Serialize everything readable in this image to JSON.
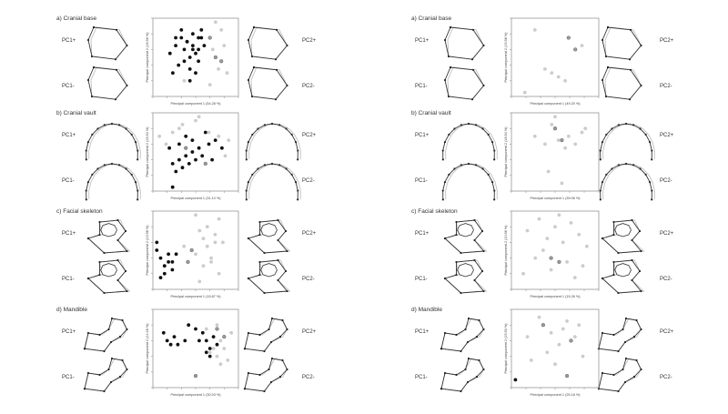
{
  "figure": {
    "panels": [
      {
        "side": "left",
        "sections": [
          {
            "title": "a) Cranial base",
            "pc_labels": [
              "PC1+",
              "PC1-",
              "PC2+",
              "PC2-"
            ],
            "xlabel": "Principal component 1 (54.28 %)",
            "ylabel": "Principal component 2 (18.56 %)"
          },
          {
            "title": "b) Cranial vault",
            "pc_labels": [
              "PC1+",
              "PC1-",
              "PC2+",
              "PC2-"
            ],
            "xlabel": "Principal component 1 (31.10 %)",
            "ylabel": "Principal component 2 (16.54 %)"
          },
          {
            "title": "c) Facial skeleton",
            "pc_labels": [
              "PC1+",
              "PC1-",
              "PC2+",
              "PC2-"
            ],
            "xlabel": "Principal component 1 (15.87 %)",
            "ylabel": "Principal component 2 (13.58 %)"
          },
          {
            "title": "d) Mandible",
            "pc_labels": [
              "PC1+",
              "PC1-",
              "PC2+",
              "PC2-"
            ],
            "xlabel": "Principal component 1 (30.03 %)",
            "ylabel": "Principal component 2 (14.28 %)"
          }
        ]
      },
      {
        "side": "right",
        "sections": [
          {
            "title": "a) Cranial base",
            "pc_labels": [
              "PC1+",
              "PC1-",
              "PC2+",
              "PC2-"
            ],
            "xlabel": "Principal component 1 (49.20 %)",
            "ylabel": "Principal component 2 (19.58 %)"
          },
          {
            "title": "b) Cranial vault",
            "pc_labels": [
              "PC1+",
              "PC1-",
              "PC2+",
              "PC2-"
            ],
            "xlabel": "Principal component 1 (39.06 %)",
            "ylabel": "Principal component 2 (18.54 %)"
          },
          {
            "title": "c) Facial skeleton",
            "pc_labels": [
              "PC1+",
              "PC1-",
              "PC2+",
              "PC2-"
            ],
            "xlabel": "Principal component 1 (15.26 %)",
            "ylabel": "Principal component 2 (10.56 %)"
          },
          {
            "title": "d) Mandible",
            "pc_labels": [
              "PC1+",
              "PC1-",
              "PC2+",
              "PC2-"
            ],
            "xlabel": "Principal component 1 (25.18 %)",
            "ylabel": "Principal component 2 (15.50 %)"
          }
        ]
      }
    ]
  },
  "chart_data": [
    {
      "type": "scatter",
      "title": "",
      "xlabel": "Principal component 1 (54.28 %)",
      "ylabel": "Principal component 2 (18.56 %)",
      "xlim": [
        -0.16,
        0.14
      ],
      "ylim": [
        -0.1,
        0.1
      ],
      "grid": false,
      "series": [
        {
          "color": "#111111",
          "x": [
            -0.1,
            -0.08,
            -0.06,
            -0.05,
            -0.04,
            -0.03,
            -0.02,
            -0.01,
            0.0,
            0.01,
            -0.07,
            -0.05,
            -0.03,
            -0.02,
            -0.01,
            0.0,
            -0.09,
            -0.06,
            -0.04,
            -0.02,
            0.02,
            -0.08,
            -0.03,
            0.0,
            0.01
          ],
          "y": [
            0.01,
            0.03,
            0.05,
            0.02,
            0.04,
            0.0,
            0.03,
            0.01,
            0.02,
            0.05,
            -0.02,
            -0.01,
            -0.03,
            0.06,
            -0.04,
            -0.01,
            -0.04,
            0.07,
            0.04,
            0.02,
            0.03,
            0.05,
            -0.06,
            0.05,
            0.07
          ]
        },
        {
          "color": "#9a9a9a",
          "x": [
            0.04,
            0.06,
            0.08
          ],
          "y": [
            0.05,
            0.0,
            -0.01
          ]
        },
        {
          "color": "#cccccc",
          "x": [
            0.05,
            0.07,
            0.08,
            0.09,
            0.1,
            0.06,
            0.04,
            -0.05
          ],
          "y": [
            0.02,
            -0.03,
            0.07,
            0.03,
            -0.04,
            0.09,
            -0.07,
            -0.06
          ]
        }
      ]
    },
    {
      "type": "scatter",
      "title": "",
      "xlabel": "Principal component 1 (31.10 %)",
      "ylabel": "Principal component 2 (16.54 %)",
      "xlim": [
        -0.14,
        0.12
      ],
      "ylim": [
        -0.1,
        0.1
      ],
      "grid": false,
      "series": [
        {
          "color": "#111111",
          "x": [
            -0.08,
            -0.07,
            -0.06,
            -0.05,
            -0.04,
            -0.03,
            -0.02,
            -0.01,
            0.0,
            0.01,
            0.03,
            0.05,
            -0.09,
            -0.06,
            -0.04,
            -0.02,
            0.02,
            0.04,
            0.07,
            -0.08
          ],
          "y": [
            -0.03,
            -0.05,
            -0.02,
            -0.04,
            -0.01,
            -0.03,
            0.0,
            -0.02,
            0.01,
            -0.01,
            0.02,
            0.03,
            0.01,
            0.02,
            0.04,
            0.03,
            0.05,
            -0.02,
            0.01,
            -0.09
          ]
        },
        {
          "color": "#9a9a9a",
          "x": [
            -0.04,
            0.02
          ],
          "y": [
            0.01,
            -0.03
          ]
        },
        {
          "color": "#cccccc",
          "x": [
            -0.12,
            -0.1,
            -0.06,
            -0.01,
            0.03,
            0.06,
            0.09,
            -0.05,
            0.0,
            -0.08,
            0.08
          ],
          "y": [
            0.04,
            0.02,
            0.06,
            0.08,
            0.05,
            0.04,
            0.03,
            0.07,
            0.09,
            0.05,
            -0.01
          ]
        }
      ]
    },
    {
      "type": "scatter",
      "title": "",
      "xlabel": "Principal component 1 (15.87 %)",
      "ylabel": "Principal component 2 (13.58 %)",
      "xlim": [
        -0.1,
        0.12
      ],
      "ylim": [
        -0.1,
        0.1
      ],
      "grid": false,
      "series": [
        {
          "color": "#111111",
          "x": [
            -0.09,
            -0.08,
            -0.07,
            -0.06,
            -0.05,
            -0.09,
            -0.06,
            -0.07,
            -0.05,
            -0.08,
            -0.04
          ],
          "y": [
            0.0,
            -0.02,
            -0.04,
            -0.03,
            -0.05,
            0.02,
            -0.01,
            -0.06,
            -0.03,
            -0.07,
            -0.01
          ]
        },
        {
          "color": "#9a9a9a",
          "x": [
            -0.01,
            0.0
          ],
          "y": [
            -0.03,
            0.0
          ]
        },
        {
          "color": "#cccccc",
          "x": [
            0.01,
            0.02,
            0.03,
            0.04,
            0.05,
            0.06,
            0.07,
            0.08,
            0.03,
            0.05,
            0.01,
            0.04,
            0.02,
            0.06,
            -0.02,
            0.07
          ],
          "y": [
            0.09,
            0.05,
            0.03,
            0.01,
            -0.02,
            0.04,
            0.08,
            0.02,
            -0.04,
            -0.03,
            -0.01,
            0.06,
            -0.08,
            0.02,
            0.01,
            -0.06
          ]
        }
      ]
    },
    {
      "type": "scatter",
      "title": "",
      "xlabel": "Principal component 1 (30.03 %)",
      "ylabel": "Principal component 2 (14.28 %)",
      "xlim": [
        -0.12,
        0.12
      ],
      "ylim": [
        -0.1,
        0.1
      ],
      "grid": false,
      "series": [
        {
          "color": "#111111",
          "x": [
            -0.09,
            -0.08,
            -0.06,
            -0.05,
            -0.03,
            -0.02,
            0.0,
            0.02,
            0.03,
            0.04,
            0.05,
            0.03,
            0.01,
            0.04,
            -0.07,
            0.06
          ],
          "y": [
            0.04,
            0.02,
            0.03,
            0.01,
            0.02,
            0.06,
            0.05,
            0.04,
            0.02,
            0.0,
            0.03,
            -0.01,
            0.02,
            -0.02,
            0.01,
            0.01
          ]
        },
        {
          "color": "#9a9a9a",
          "x": [
            0.06,
            0.08,
            0.0
          ],
          "y": [
            0.05,
            0.03,
            -0.07
          ]
        },
        {
          "color": "#cccccc",
          "x": [
            0.05,
            0.06,
            0.07,
            0.08,
            0.09,
            0.04,
            0.07,
            0.1,
            0.03,
            0.06
          ],
          "y": [
            0.0,
            -0.02,
            0.02,
            0.0,
            -0.03,
            -0.01,
            -0.04,
            0.04,
            0.05,
            0.06
          ]
        }
      ]
    },
    {
      "type": "scatter",
      "title": "",
      "xlabel": "Principal component 1 (49.20 %)",
      "ylabel": "Principal component 2 (19.58 %)",
      "xlim": [
        -0.12,
        0.14
      ],
      "ylim": [
        -0.1,
        0.1
      ],
      "grid": false,
      "series": [
        {
          "color": "#9a9a9a",
          "x": [
            0.05,
            0.07
          ],
          "y": [
            0.05,
            0.02
          ]
        },
        {
          "color": "#cccccc",
          "x": [
            -0.05,
            0.0,
            0.02,
            -0.02,
            -0.08,
            0.04,
            0.09
          ],
          "y": [
            0.07,
            -0.04,
            -0.05,
            -0.03,
            -0.09,
            -0.06,
            0.03
          ]
        }
      ]
    },
    {
      "type": "scatter",
      "title": "",
      "xlabel": "Principal component 1 (39.06 %)",
      "ylabel": "Principal component 2 (18.54 %)",
      "xlim": [
        -0.14,
        0.12
      ],
      "ylim": [
        -0.1,
        0.1
      ],
      "grid": false,
      "series": [
        {
          "color": "#9a9a9a",
          "x": [
            -0.01,
            0.01
          ],
          "y": [
            0.06,
            0.03
          ]
        },
        {
          "color": "#cccccc",
          "x": [
            -0.07,
            -0.04,
            -0.02,
            0.0,
            0.02,
            0.03,
            0.05,
            0.07,
            -0.03,
            0.01,
            0.08,
            -0.01
          ],
          "y": [
            0.04,
            0.02,
            0.07,
            0.03,
            0.01,
            0.04,
            0.02,
            0.05,
            -0.05,
            -0.08,
            0.06,
            0.09
          ]
        }
      ]
    },
    {
      "type": "scatter",
      "title": "",
      "xlabel": "Principal component 1 (15.26 %)",
      "ylabel": "Principal component 2 (10.56 %)",
      "xlim": [
        -0.1,
        0.12
      ],
      "ylim": [
        -0.1,
        0.1
      ],
      "grid": false,
      "series": [
        {
          "color": "#9a9a9a",
          "x": [
            0.0,
            0.02
          ],
          "y": [
            -0.02,
            -0.03
          ]
        },
        {
          "color": "#cccccc",
          "x": [
            -0.06,
            -0.03,
            -0.01,
            0.01,
            0.03,
            0.05,
            0.07,
            0.09,
            -0.04,
            0.0,
            0.04,
            0.06,
            -0.02,
            0.02,
            0.08,
            -0.07
          ],
          "y": [
            0.05,
            0.08,
            0.03,
            0.06,
            0.02,
            0.07,
            0.04,
            0.01,
            -0.02,
            -0.05,
            -0.03,
            -0.07,
            0.0,
            0.09,
            -0.04,
            -0.06
          ]
        }
      ]
    },
    {
      "type": "scatter",
      "title": "",
      "xlabel": "Principal component 1 (25.18 %)",
      "ylabel": "Principal component 2 (15.50 %)",
      "xlim": [
        -0.1,
        0.12
      ],
      "ylim": [
        -0.1,
        0.1
      ],
      "grid": false,
      "series": [
        {
          "color": "#111111",
          "x": [
            -0.09
          ],
          "y": [
            -0.08
          ]
        },
        {
          "color": "#9a9a9a",
          "x": [
            -0.02,
            0.04,
            0.05
          ],
          "y": [
            0.06,
            -0.07,
            0.02
          ]
        },
        {
          "color": "#cccccc",
          "x": [
            -0.06,
            -0.03,
            0.0,
            0.02,
            0.03,
            0.06,
            0.08,
            -0.05,
            0.01,
            0.07,
            -0.01,
            0.04
          ],
          "y": [
            0.03,
            0.08,
            0.04,
            0.01,
            0.05,
            0.03,
            -0.02,
            -0.03,
            -0.04,
            0.06,
            -0.01,
            0.07
          ]
        }
      ]
    }
  ],
  "colors": {
    "black": "#111111",
    "mid_gray": "#9a9a9a",
    "light_gray": "#cccccc",
    "axis": "#888888"
  }
}
